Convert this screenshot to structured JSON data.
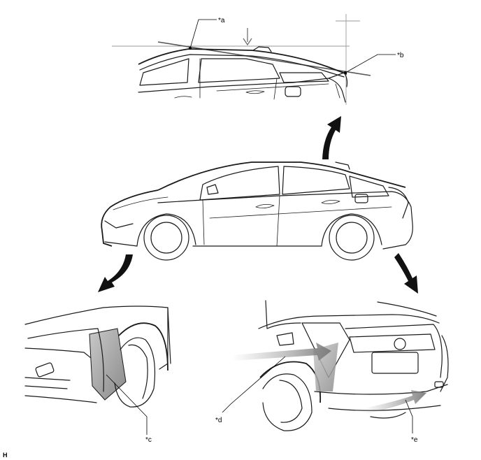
{
  "diagram": {
    "callouts": {
      "a": "*a",
      "b": "*b",
      "c": "*c",
      "d": "*d",
      "e": "*e"
    },
    "corner_label": "H"
  }
}
